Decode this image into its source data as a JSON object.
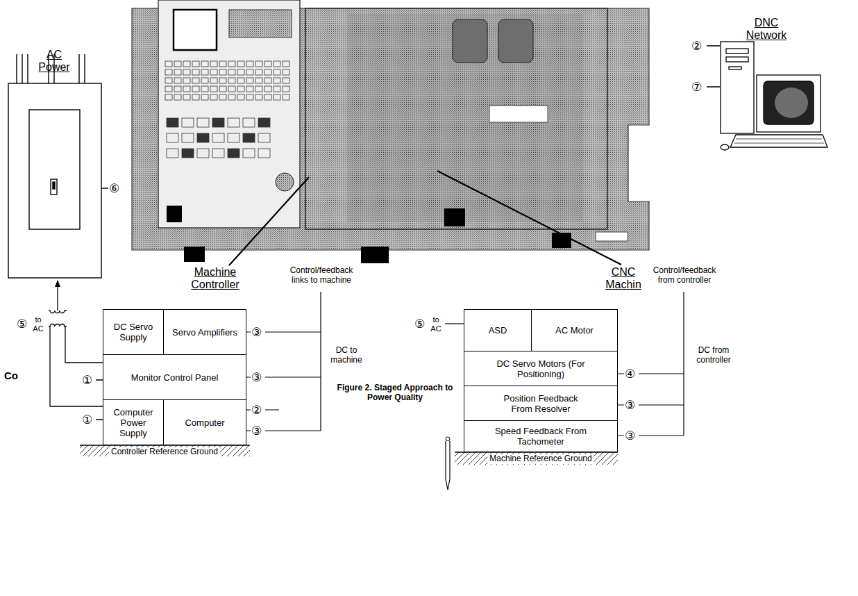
{
  "diagram": {
    "caption": "Figure 2. Staged Approach to Power Quality",
    "nodes": [
      {
        "text": [
          "DC Servo Supply"
        ]
      },
      {
        "text": [
          "Servo Amplifiers"
        ]
      },
      {
        "text": [
          "Monitor Control Panel"
        ]
      },
      {
        "text": [
          "Computer Power Supply"
        ]
      },
      {
        "text": [
          "Computer"
        ]
      },
      {
        "text": [
          "ASD"
        ]
      },
      {
        "text": [
          "AC Motor"
        ]
      },
      {
        "text": [
          "DC Servo Motors (For Positioning)"
        ]
      },
      {
        "text": [
          "Position Feedback From Resolver"
        ]
      },
      {
        "text": [
          "Speed Feedback From Tachometer"
        ]
      }
    ],
    "labels": [
      "AC Power",
      "DNC Network",
      "②",
      "⑦",
      "⑥",
      "Machine Controller",
      "CNC Machin",
      "Control/feedback links to machine",
      "Control/feedback from controller",
      "⑤",
      "to AC",
      "⑤",
      "to AC",
      "Co",
      "DC to machine",
      "DC from controller",
      "③",
      "①",
      "③",
      "①",
      "②",
      "③",
      "④",
      "③",
      "③",
      "Controller Reference Ground",
      "Machine Reference Ground"
    ]
  }
}
